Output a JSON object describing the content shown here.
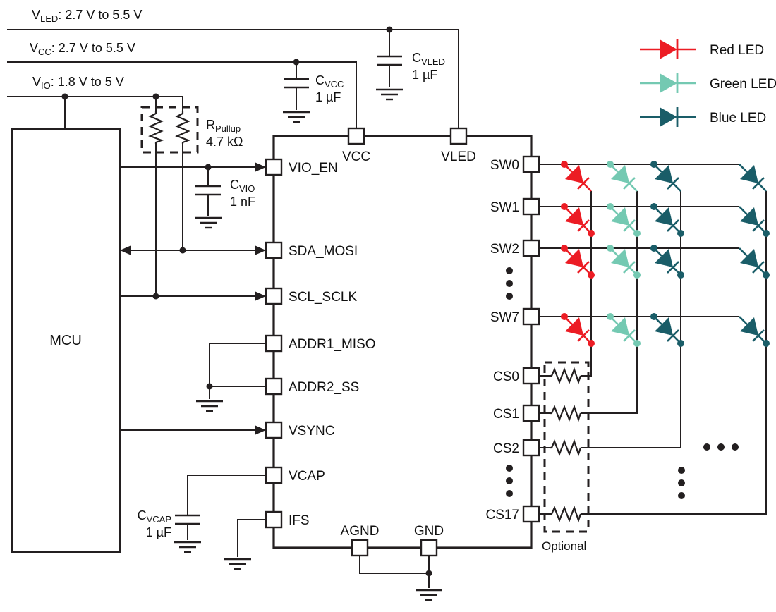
{
  "rails": [
    {
      "name": "V",
      "sub": "LED",
      "range": ": 2.7 V to 5.5 V"
    },
    {
      "name": "V",
      "sub": "CC",
      "range": ": 2.7 V to 5.5 V"
    },
    {
      "name": "V",
      "sub": "IO",
      "range": ": 1.8 V to 5 V"
    }
  ],
  "mcu_label": "MCU",
  "pullup": {
    "name": "R",
    "sub": "Pullup",
    "value": "4.7 kΩ"
  },
  "caps": {
    "cvled": {
      "name": "C",
      "sub": "VLED",
      "value": "1 µF"
    },
    "cvcc": {
      "name": "C",
      "sub": "VCC",
      "value": "1 µF"
    },
    "cvio": {
      "name": "C",
      "sub": "VIO",
      "value": "1 nF"
    },
    "cvcap": {
      "name": "C",
      "sub": "VCAP",
      "value": "1 µF"
    }
  },
  "ic": {
    "top_pins": [
      "VCC",
      "VLED"
    ],
    "left_pins": [
      "VIO_EN",
      "SDA_MOSI",
      "SCL_SCLK",
      "ADDR1_MISO",
      "ADDR2_SS",
      "VSYNC",
      "VCAP",
      "IFS"
    ],
    "bottom_pins": [
      "AGND",
      "GND"
    ],
    "sw_pins": [
      "SW0",
      "SW1",
      "SW2",
      "SW7"
    ],
    "cs_pins": [
      "CS0",
      "CS1",
      "CS2",
      "CS17"
    ]
  },
  "optional_label": "Optional",
  "legend": [
    {
      "label": "Red LED",
      "color": "#ec1c24"
    },
    {
      "label": "Green LED",
      "color": "#74c9b2"
    },
    {
      "label": "Blue LED",
      "color": "#1a5d68"
    }
  ],
  "colors": {
    "red": "#ec1c24",
    "green": "#74c9b2",
    "blue": "#1a5d68",
    "wire": "#231f20"
  }
}
